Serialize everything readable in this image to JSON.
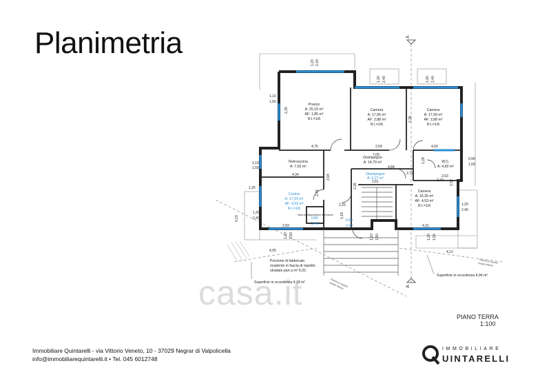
{
  "title": "Planimetria",
  "watermark": "casa.it",
  "rooms": {
    "pranzo": {
      "name": "Pranzo",
      "area": "A: 25,15 m²",
      "af": "AF: 1,85 m²",
      "ri": "R.I.=1/6"
    },
    "camera1": {
      "name": "Camera",
      "area": "A: 17,06 m²",
      "af": "AF: 2,88 m²",
      "ri": "R.I.=1/6"
    },
    "camera2": {
      "name": "Camera",
      "area": "A: 17,09 m²",
      "af": "AF: 2,88 m²",
      "ri": "R.I.=1/6"
    },
    "retrocucina": {
      "name": "Retrocucina",
      "area": "A: 7,62 m²"
    },
    "disimpegno": {
      "name": "Disimpegno",
      "area": "A: 14,79 m²"
    },
    "disimpegno2": {
      "name": "Disimpegno",
      "area": "A: 2,27 m²"
    },
    "wc": {
      "name": "W.C.",
      "area": "A: 4,82 m²"
    },
    "cucina": {
      "name": "Cucina",
      "area": "A: 17,03 m²",
      "af": "AF: 4,53 m²",
      "ri": "R.I.=1/6"
    },
    "camera3": {
      "name": "Camera",
      "area": "A: 16,35 m²",
      "af": "AF: 4,53 m²",
      "ri": "R.I.=1/6"
    },
    "vano": {
      "name": "Vano predisposizione ascensore"
    }
  },
  "dims": {
    "d120a": "1,20",
    "d240a": "2,40",
    "d120b": "1,20",
    "d240b": "2,40",
    "d120c": "1,20",
    "d240c": "2,40",
    "d110a": "1,10",
    "d150a": "1,50",
    "d110b": "1,10",
    "d150b": "1,50",
    "d090": "0,90",
    "d150c": "1,50",
    "d476": "4,76",
    "d709": "7,09",
    "d259": "2,59",
    "d400": "4,00",
    "d434": "4,34",
    "d484": "4,84",
    "d261": "2,61",
    "d263": "2,63",
    "d239": "2,39",
    "d238": "2,38",
    "d128": "1,28",
    "d219": "2,19",
    "d394": "3,94",
    "d249": "2,49",
    "d226": "2,26",
    "d225": "2,25",
    "d080a": "0,80",
    "d240d": "2,40",
    "d080b": "0,80",
    "d240e": "2,40",
    "d283": "2,83",
    "d431": "4,31",
    "d118": "1,18",
    "d120d": "1,20",
    "d240f": "2,40",
    "d120e": "1,20",
    "d240g": "2,40",
    "d120f": "1,20",
    "d150d": "1,50",
    "d110c": "1,10",
    "d150e": "1,50",
    "d120g": "1,20",
    "d150f": "1,50",
    "d405": "4,05",
    "d412": "4,12",
    "d126": "1,26",
    "d152": "1,52",
    "d419": "4,19",
    "d272": "2,72"
  },
  "annotations": {
    "porzione": [
      "Porzione di fabbricato",
      "ricadente in fascia di rispetto",
      "stradale pari a m² 5,02."
    ],
    "sup_left": "Superficie in eccedenza 4,18 m²",
    "sup_right": "Superficie in eccedenza 4,94 m²",
    "fascia1": [
      "Fascia di rispetto",
      "strada Vittorio"
    ],
    "fascia2": [
      "Fascia di rispetto",
      "strada Vittorio"
    ],
    "section": "A"
  },
  "caption": {
    "floor": "PIANO TERRA",
    "scale": "1:100"
  },
  "footer": {
    "line1": "Immobiliare Quintarelli - via Vittorio Veneto, 10 - 37029 Negrar di Valpolicella",
    "line2": "info@immobiliarequintarelli.it • Tel. 045 6012748"
  },
  "logo": {
    "top": "IMMOBILIARE",
    "bottom": "UINTARELLI"
  },
  "colors": {
    "wall": "#222222",
    "window": "#2a8fd8",
    "dim_blue": "#2a8fd8"
  }
}
